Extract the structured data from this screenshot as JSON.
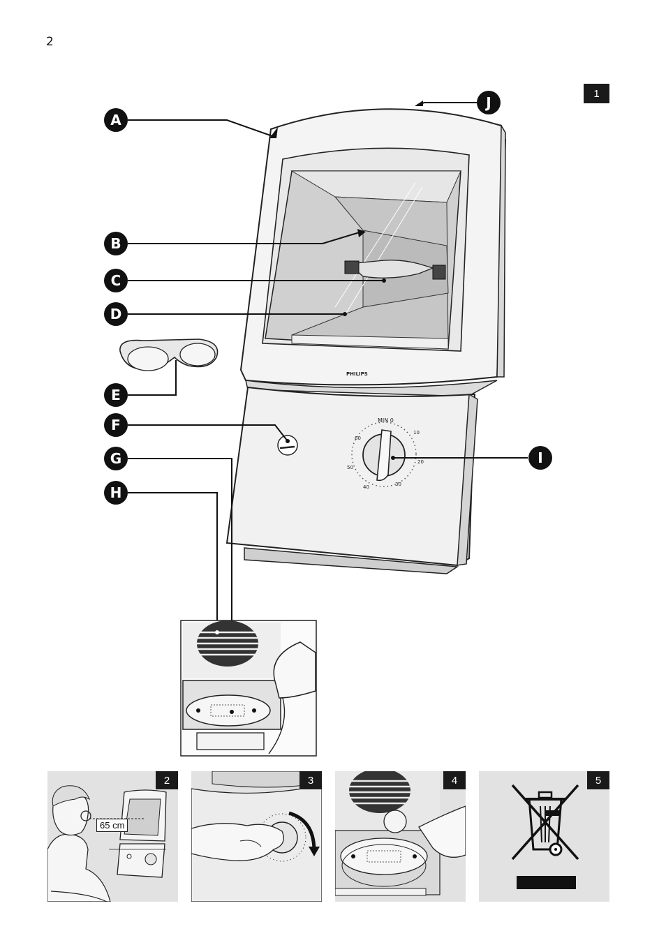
{
  "page": {
    "number": "2"
  },
  "figure1": {
    "badge": "1",
    "brand": "PHILIPS",
    "callouts": [
      "A",
      "B",
      "C",
      "D",
      "E",
      "F",
      "G",
      "H",
      "I",
      "J"
    ],
    "timer": {
      "min_label": "MIN 0",
      "ticks": [
        "10",
        "20",
        "30",
        "40",
        "50",
        "60"
      ]
    }
  },
  "steps": [
    {
      "badge": "2",
      "distance": "65 cm"
    },
    {
      "badge": "3"
    },
    {
      "badge": "4"
    },
    {
      "badge": "5"
    }
  ],
  "colors": {
    "badge_bg": "#1a1a1a",
    "panel_bg": "#e2e2e2",
    "ink": "#111111"
  }
}
